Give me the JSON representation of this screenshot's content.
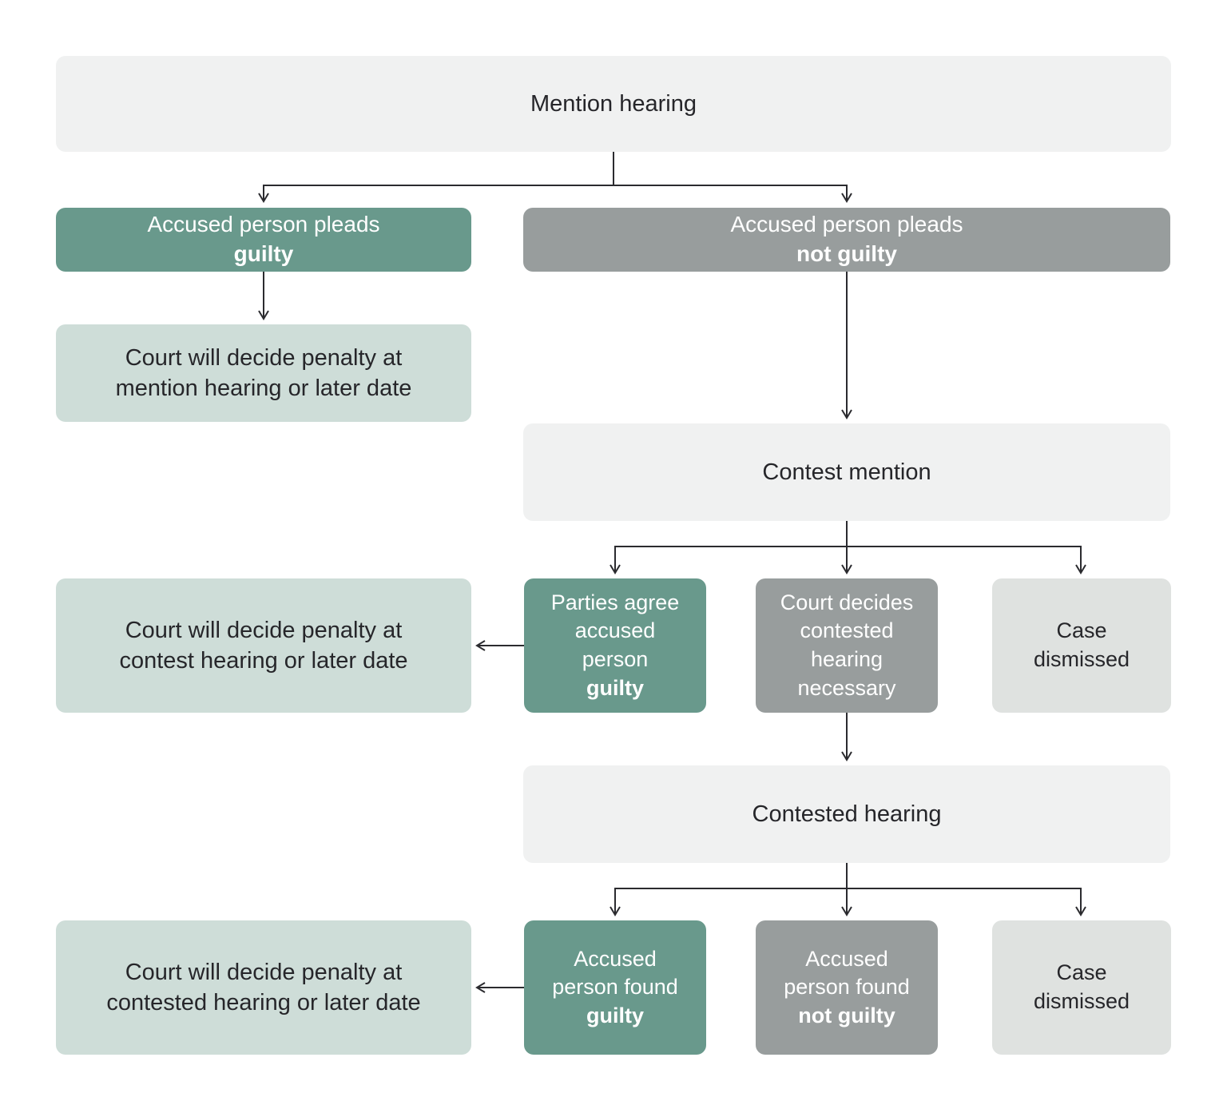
{
  "diagram": {
    "nodes": {
      "mention_hearing": {
        "label": "Mention hearing"
      },
      "pleads_guilty": {
        "line1": "Accused person pleads",
        "line2": "guilty"
      },
      "pleads_not_guilty": {
        "line1": "Accused person pleads",
        "line2": "not guilty"
      },
      "penalty_mention": {
        "line1": "Court will decide penalty at",
        "line2": "mention hearing or later date"
      },
      "contest_mention": {
        "label": "Contest mention"
      },
      "penalty_contest": {
        "line1": "Court will decide penalty at",
        "line2": "contest hearing or later date"
      },
      "parties_agree_guilty": {
        "line1": "Parties agree",
        "line2": "accused",
        "line3": "person",
        "line4": "guilty"
      },
      "court_decides_contested": {
        "line1": "Court decides",
        "line2": "contested",
        "line3": "hearing",
        "line4": "necessary"
      },
      "case_dismissed_contest": {
        "line1": "Case",
        "line2": "dismissed"
      },
      "contested_hearing": {
        "label": "Contested hearing"
      },
      "penalty_contested": {
        "line1": "Court will decide penalty at",
        "line2": "contested hearing or later date"
      },
      "found_guilty": {
        "line1": "Accused",
        "line2": "person found",
        "line3": "guilty"
      },
      "found_not_guilty": {
        "line1": "Accused",
        "line2": "person found",
        "line3": "not guilty"
      },
      "case_dismissed_contested": {
        "line1": "Case",
        "line2": "dismissed"
      }
    },
    "colors": {
      "green": "#69998C",
      "gray": "#989D9D",
      "light_green": "#CEDDD8",
      "light_gray": "#F0F1F1",
      "dismissed_gray": "#DFE2E0",
      "line": "#2B2B2F",
      "text_dark": "#26262A",
      "text_light": "#FFFFFF"
    }
  }
}
